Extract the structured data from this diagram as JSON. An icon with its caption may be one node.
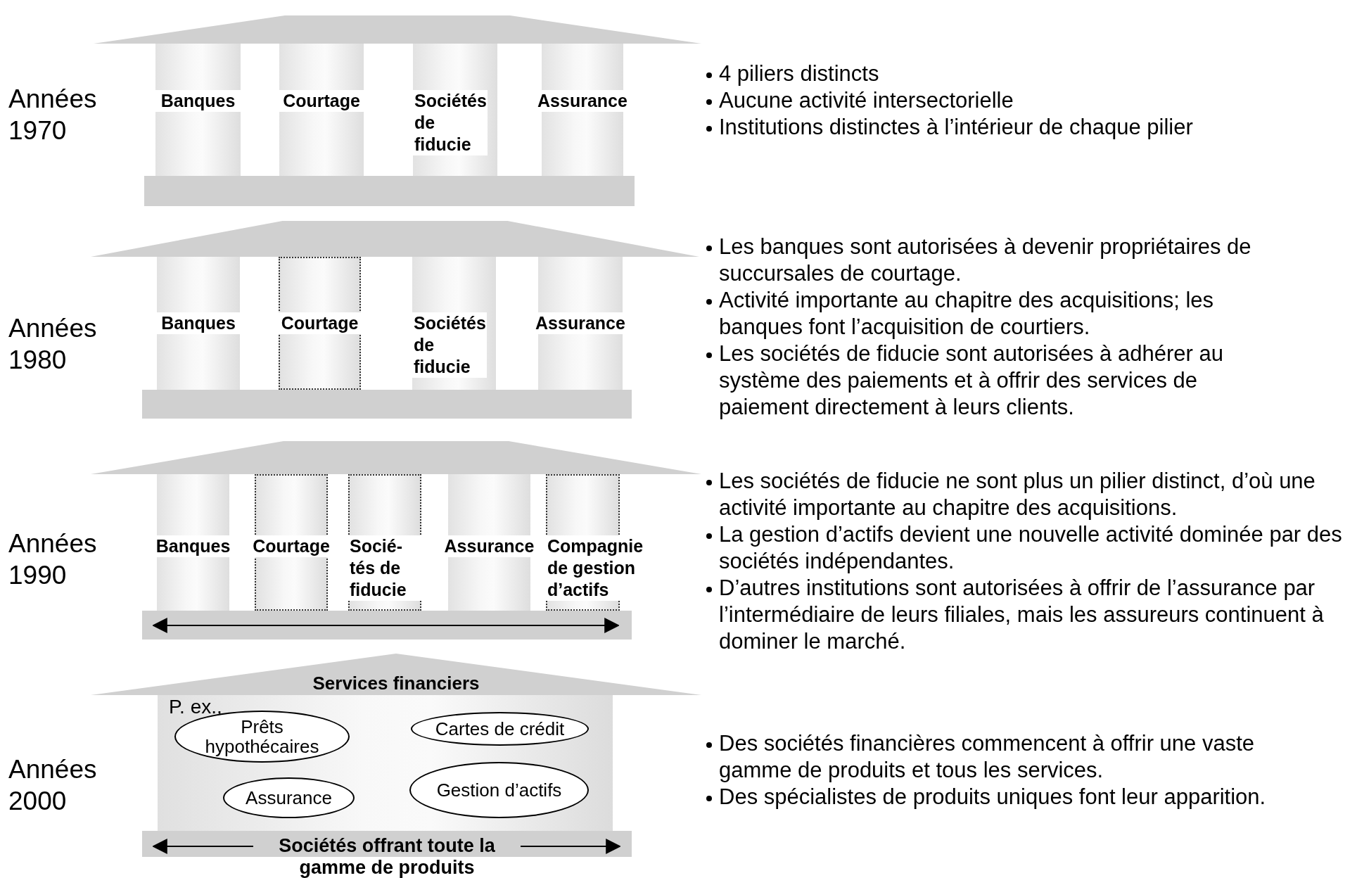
{
  "diagram": {
    "nodes": [
      {
        "text": [
          "Banques"
        ]
      },
      {
        "text": [
          "Courtage"
        ]
      },
      {
        "text": [
          "Sociétés de fiducie"
        ]
      },
      {
        "text": [
          "Assurance"
        ]
      },
      {
        "text": [
          "Banques"
        ]
      },
      {
        "text": [
          "Courtage"
        ]
      },
      {
        "text": [
          "Sociétés de fiducie"
        ]
      },
      {
        "text": [
          "Assurance"
        ]
      },
      {
        "text": [
          "Banques"
        ]
      },
      {
        "text": [
          "Courtage"
        ]
      },
      {
        "text": [
          "Socié- tés de fiducie"
        ]
      },
      {
        "text": [
          "Assurance"
        ]
      },
      {
        "text": [
          "Compagnie de gestion d’actifs"
        ]
      },
      {
        "text": [
          "Services financiers"
        ]
      },
      {
        "text": [
          "P. ex.,"
        ]
      },
      {
        "text": [
          "Prêts hypothécaires"
        ],
        "in": 14
      },
      {
        "text": [
          "Cartes de crédit"
        ],
        "in": 14
      },
      {
        "text": [
          "Assurance"
        ],
        "in": 14
      },
      {
        "text": [
          "Gestion d’actifs"
        ],
        "in": 14
      },
      {
        "text": [],
        "shape": "bar"
      },
      {
        "text": [],
        "shape": "bar"
      },
      {
        "text": [],
        "shape": "bar"
      },
      {
        "text": [],
        "shape": "bar"
      },
      {
        "text": [],
        "shape": "triangle"
      },
      {
        "text": [],
        "shape": "triangle"
      },
      {
        "text": [],
        "shape": "triangle"
      }
    ],
    "labels": [
      "Années 1970",
      "4 piliers distincts",
      "Aucune activité intersectorielle",
      "Institutions distinctes à l’intérieur de chaque pilier",
      "Années 1980",
      "Les banques sont autorisées à devenir propriétaires de succursales de courtage.",
      "Activité importante au chapitre des acquisitions; les banques font l’acquisition de courtiers.",
      "Les sociétés de fiducie sont autorisées à adhérer au système des paiements et à offrir des services de paiement directement à leurs clients.",
      "Années 1990",
      "Les sociétés de fiducie ne sont plus un pilier distinct, d’où une activité importante au chapitre des acquisitions.",
      "La gestion d’actifs devient une nouvelle activité dominée par des sociétés indépendantes.",
      "D’autres institutions sont autorisées à offrir de l’assurance par l’intermédiaire de leurs filiales, mais les assureurs continuent à dominer le marché.",
      "Années 2000",
      "Des sociétés financières commencent à offrir une vaste gamme de produits et tous les services.",
      "Des spécialistes de produits uniques font leur apparition.",
      "Sociétés offrant toute la gamme de produits"
    ]
  }
}
